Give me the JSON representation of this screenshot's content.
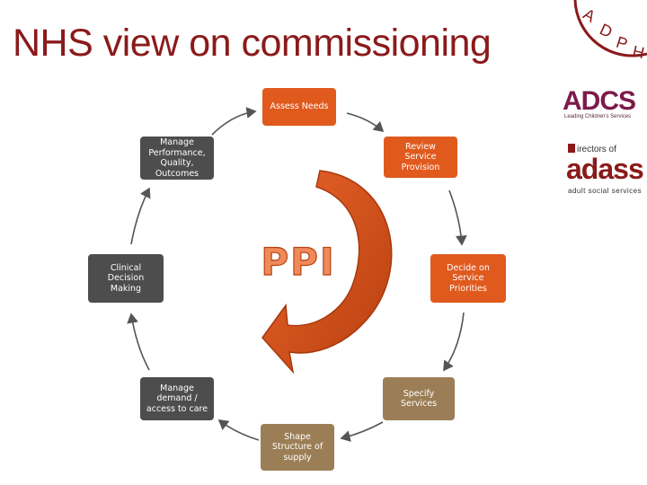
{
  "title": "NHS view on commissioning",
  "center_label": "PPI",
  "cycle": {
    "assess": "Assess Needs",
    "review": "Review\nService\nProvision",
    "decide": "Decide on\nService\nPriorities",
    "specify": "Specify\nServices",
    "shape": "Shape\nStructure of\nsupply",
    "manage_demand": "Manage\ndemand /\naccess to care",
    "clinical": "Clinical\nDecision\nMaking",
    "manage_performance": "Manage\nPerformance,\nQuality,\nOutcomes"
  },
  "logos": {
    "adph": [
      "A",
      "D",
      "P",
      "H"
    ],
    "adcs": "ADCS",
    "adcs_tagline": "Leading Children's Services",
    "adass_prefix": "irectors of",
    "adass": "adass",
    "adass_tagline": "adult social services"
  },
  "colors": {
    "title": "#8b1a1a",
    "node_grey": "#4d4d4d",
    "node_orange": "#e05a1e",
    "node_tan": "#9c7e56",
    "arrow": "#d4501e",
    "connector": "#555555"
  }
}
